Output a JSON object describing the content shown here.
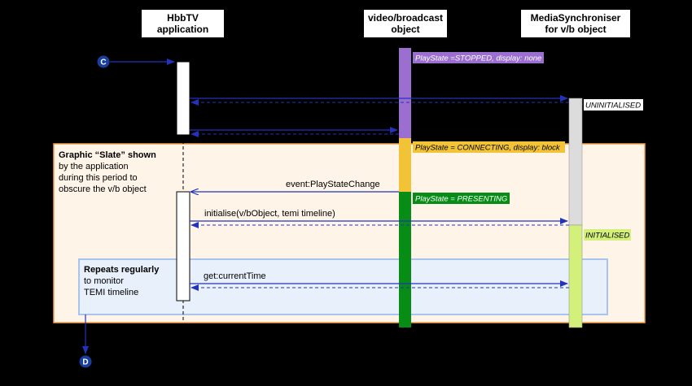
{
  "participants": {
    "app": {
      "line1": "HbbTV",
      "line2": "application"
    },
    "vb": {
      "line1": "video/broadcast",
      "line2": "object"
    },
    "ms": {
      "line1": "MediaSynchroniser",
      "line2": "for v/b object"
    }
  },
  "connectors": {
    "start": "C",
    "end": "D"
  },
  "states": {
    "stopped": "PlayState =STOPPED, display: none",
    "connecting": "PlayState = CONNECTING, display: block",
    "presenting": "PlayState = PRESENTING",
    "uninitialised": "UNINITIALISED",
    "initialised": "INITIALISED"
  },
  "slate_box": {
    "title": "Graphic “Slate” shown",
    "lines": [
      "by the application",
      "during this period to",
      "obscure the v/b object"
    ]
  },
  "repeat_box": {
    "title": "Repeats regularly",
    "lines": [
      "to monitor",
      "TEMI timeline"
    ]
  },
  "messages": {
    "event": "event:PlayStateChange",
    "initialise": "initialise(v/bObject, temi timeline)",
    "get_time": "get:currentTime"
  },
  "colors": {
    "arrow": "#2233bb",
    "stopped": "#9b6fd0",
    "connecting": "#f2c336",
    "presenting": "#078d16",
    "uninit": "#dcdcdc",
    "init": "#d2f07a",
    "slate_fill": "#fff4e8",
    "slate_stroke": "#f4a24a",
    "repeat_fill": "#e8f0fb",
    "repeat_stroke": "#a8c4ec",
    "connector": "#1a3e9c"
  }
}
